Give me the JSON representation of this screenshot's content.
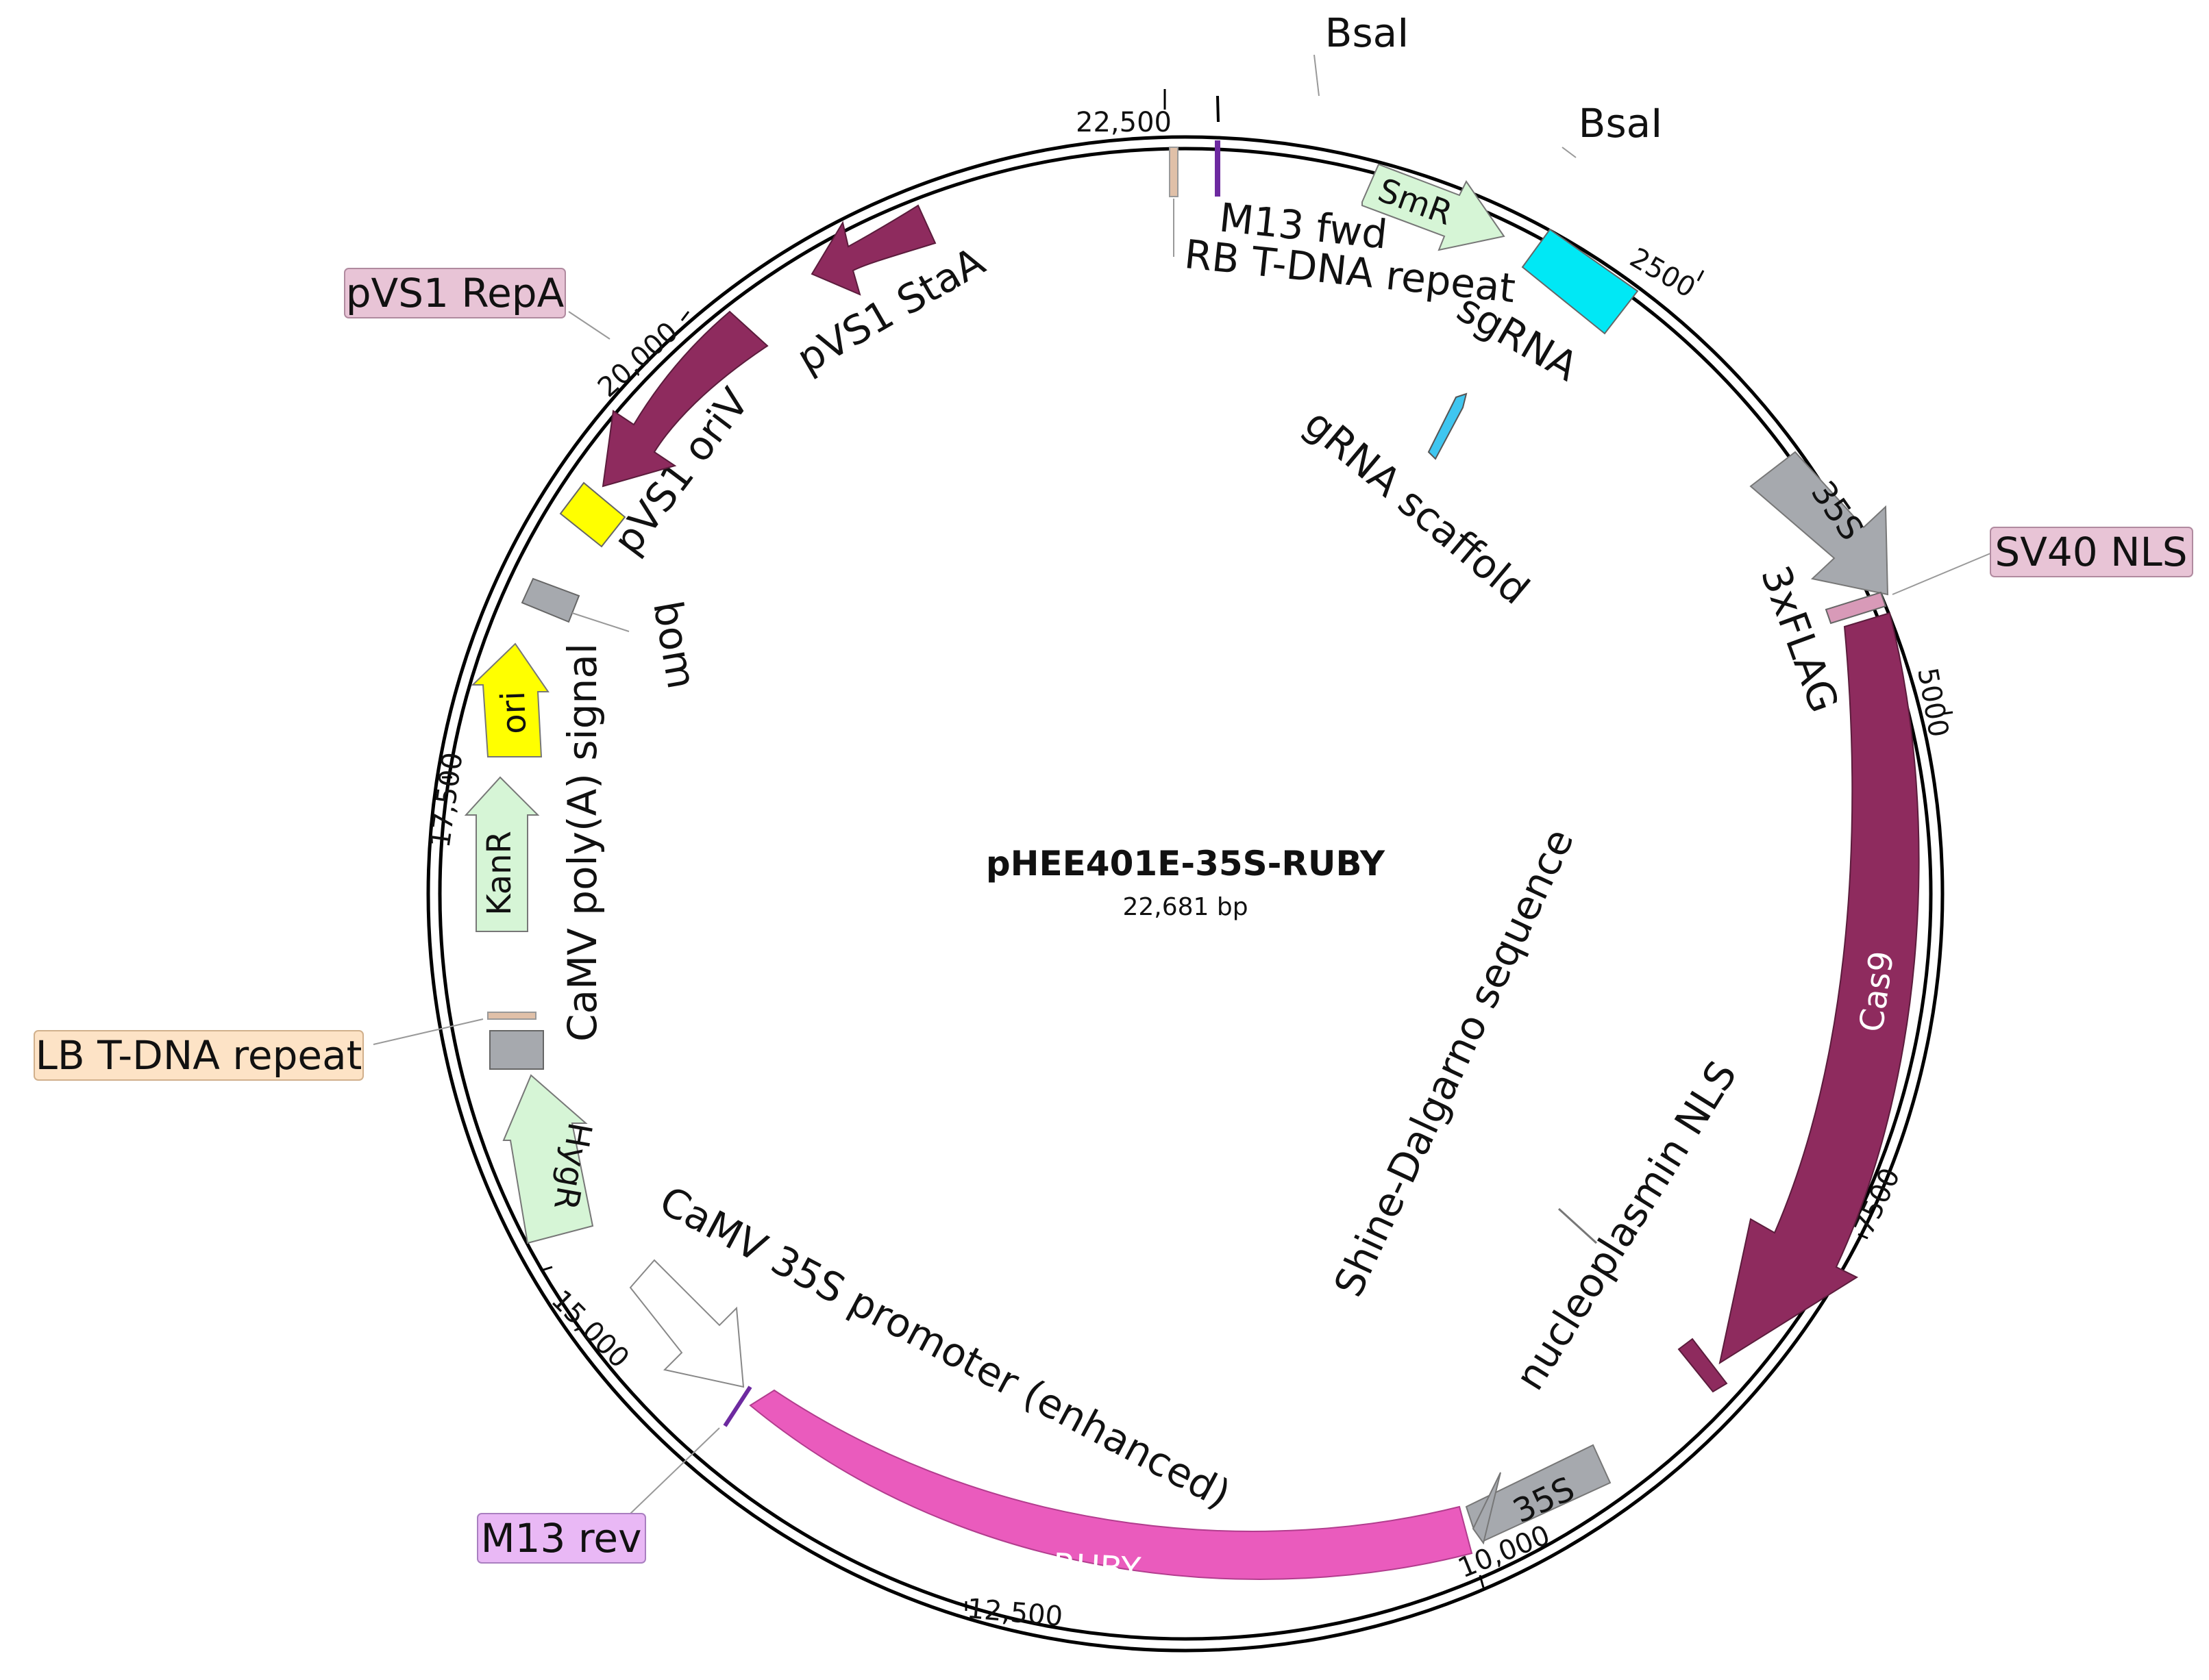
{
  "plasmid": {
    "name": "pHEE401E-35S-RUBY",
    "length_label": "22,681 bp",
    "length_bp": 22681
  },
  "ticks": [
    "2500",
    "5000",
    "7500",
    "10,000",
    "12,500",
    "15,000",
    "17,500",
    "20,000",
    "22,500"
  ],
  "restriction_sites": [
    "BsaI",
    "BsaI"
  ],
  "features": {
    "SmR": "SmR",
    "sgRNA": "sgRNA",
    "gRNA_scaffold": "gRNA scaffold",
    "p35S_top": "35S",
    "SV40_NLS": "SV40 NLS",
    "3xFLAG": "3xFLAG",
    "Cas9": "Cas9",
    "nucleoplasmin_NLS": "nucleoplasmin NLS",
    "Shine_Dalgarno": "Shine-Dalgarno sequence",
    "p35S_bottom": "35S",
    "RUBY": "RUBY",
    "CaMV_35S_enh": "CaMV 35S promoter (enhanced)",
    "M13_rev": "M13 rev",
    "HygR": "HygR",
    "LB_T_DNA": "LB T-DNA repeat",
    "CaMV_polyA": "CaMV poly(A) signal",
    "KanR": "KanR",
    "ori": "ori",
    "bom": "bom",
    "pVS1_oriV": "pVS1 oriV",
    "pVS1_RepA": "pVS1 RepA",
    "pVS1_StaA": "pVS1 StaA",
    "RB_T_DNA": "RB T-DNA repeat",
    "M13_fwd": "M13 fwd"
  },
  "colors": {
    "backbone": "#000000",
    "maroon": "#8e2b5e",
    "pink": "#ea5bbd",
    "light_green": "#d6f5d6",
    "yellow": "#ffff00",
    "cyan": "#00e8f5",
    "gray": "#a6a9ae",
    "lb_box": "#fde3c6",
    "repa_box": "#e8c4d6",
    "m13rev_box": "#e9b8f5"
  }
}
